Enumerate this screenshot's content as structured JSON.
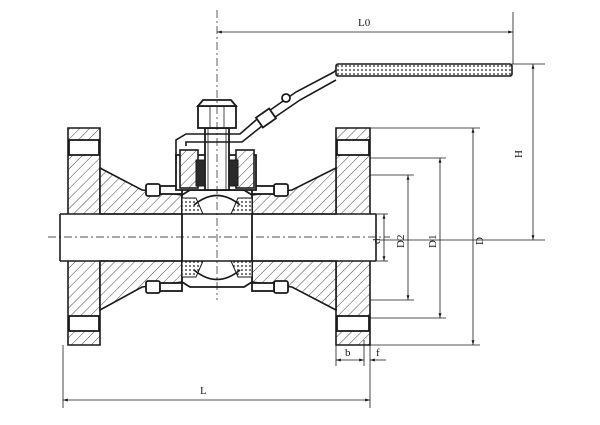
{
  "dimensions": {
    "L0": "L0",
    "H": "H",
    "D": "D",
    "D1": "D1",
    "D2": "D2",
    "d": "d",
    "b": "b",
    "f": "f",
    "L": "L"
  },
  "colors": {
    "ink": "#1a1a1a",
    "paper": "#ffffff",
    "seal": "#2a2a2a"
  }
}
